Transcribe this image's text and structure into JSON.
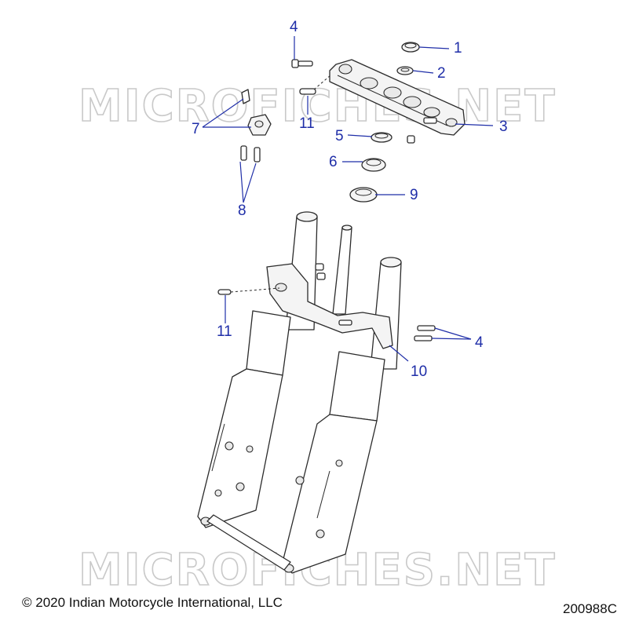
{
  "watermark": "MICROFICHES.NET",
  "copyright": "© 2020 Indian Motorcycle International, LLC",
  "drawing_number": "200988C",
  "callouts": {
    "c1": "1",
    "c2": "2",
    "c3": "3",
    "c4a": "4",
    "c4b": "4",
    "c5": "5",
    "c6": "6",
    "c7": "7",
    "c8": "8",
    "c9": "9",
    "c10": "10",
    "c11a": "11",
    "c11b": "11"
  },
  "colors": {
    "callout": "#1f2ea8",
    "line": "#2b2b2b",
    "watermark": "#c9c9c9"
  }
}
